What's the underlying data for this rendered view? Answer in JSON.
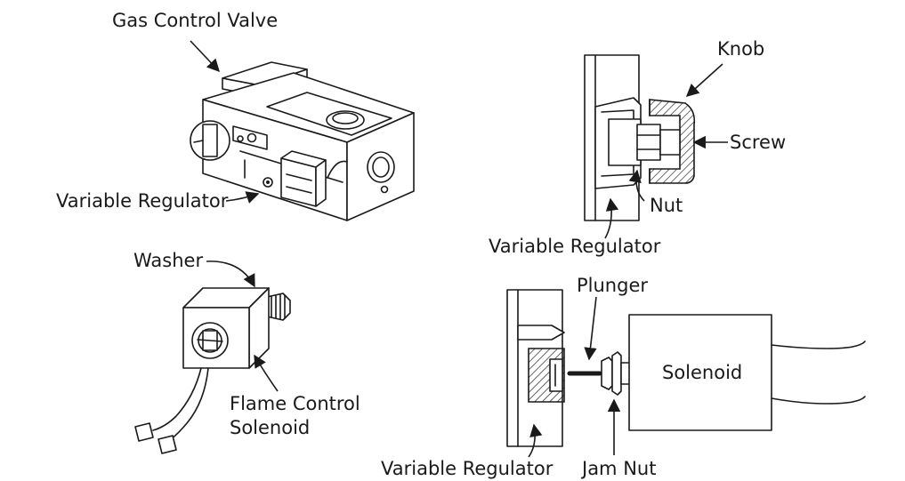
{
  "labels": {
    "gas_control_valve": "Gas Control Valve",
    "variable_regulator_top_left": "Variable Regulator",
    "knob": "Knob",
    "screw": "Screw",
    "nut": "Nut",
    "variable_regulator_top_right": "Variable Regulator",
    "washer": "Washer",
    "flame_control_solenoid_line1": "Flame Control",
    "flame_control_solenoid_line2": "Solenoid",
    "plunger": "Plunger",
    "solenoid": "Solenoid",
    "variable_regulator_bottom_right": "Variable Regulator",
    "jam_nut": "Jam Nut"
  }
}
